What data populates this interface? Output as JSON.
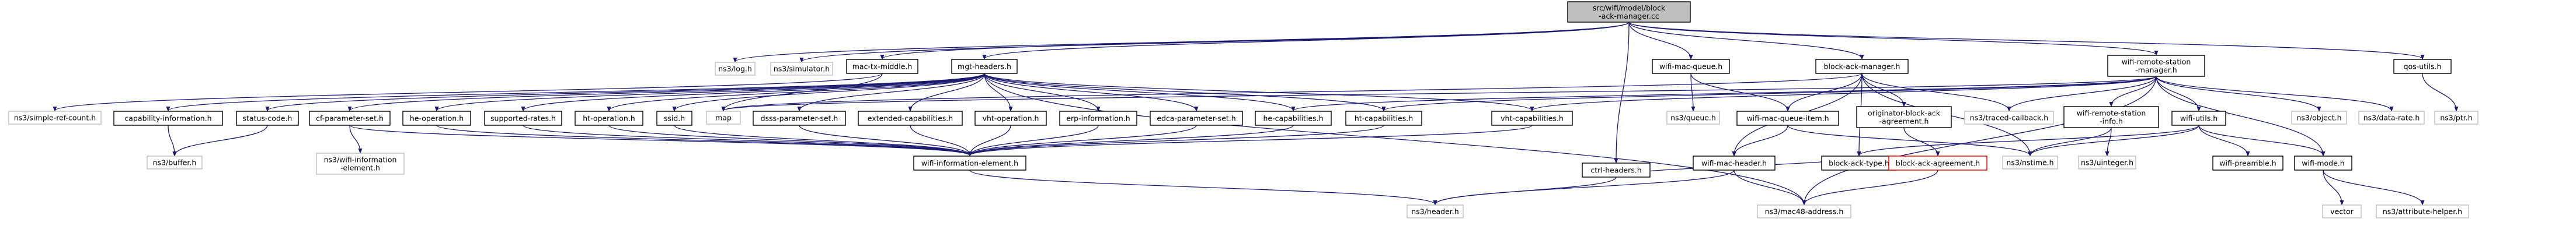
{
  "diagram": {
    "type": "include-dependency-graph",
    "nodes": [
      {
        "id": "root",
        "lines": [
          "src/wifi/model/block",
          "-ack-manager.cc"
        ],
        "style": "root"
      },
      {
        "id": "log",
        "lines": [
          "ns3/log.h"
        ],
        "style": "gray"
      },
      {
        "id": "simulator",
        "lines": [
          "ns3/simulator.h"
        ],
        "style": "gray"
      },
      {
        "id": "mac_tx_middle",
        "lines": [
          "mac-tx-middle.h"
        ],
        "style": "normal"
      },
      {
        "id": "mgt_headers",
        "lines": [
          "mgt-headers.h"
        ],
        "style": "normal"
      },
      {
        "id": "ctrl_headers",
        "lines": [
          "ctrl-headers.h"
        ],
        "style": "normal"
      },
      {
        "id": "wifi_mac_queue",
        "lines": [
          "wifi-mac-queue.h"
        ],
        "style": "normal"
      },
      {
        "id": "block_ack_manager",
        "lines": [
          "block-ack-manager.h"
        ],
        "style": "normal"
      },
      {
        "id": "wifi_remote_station_manager",
        "lines": [
          "wifi-remote-station",
          "-manager.h"
        ],
        "style": "normal"
      },
      {
        "id": "qos_utils",
        "lines": [
          "qos-utils.h"
        ],
        "style": "normal"
      },
      {
        "id": "simple_ref_count",
        "lines": [
          "ns3/simple-ref-count.h"
        ],
        "style": "gray"
      },
      {
        "id": "capability_information",
        "lines": [
          "capability-information.h"
        ],
        "style": "normal"
      },
      {
        "id": "status_code",
        "lines": [
          "status-code.h"
        ],
        "style": "normal"
      },
      {
        "id": "cf_parameter_set",
        "lines": [
          "cf-parameter-set.h"
        ],
        "style": "normal"
      },
      {
        "id": "he_operation",
        "lines": [
          "he-operation.h"
        ],
        "style": "normal"
      },
      {
        "id": "supported_rates",
        "lines": [
          "supported-rates.h"
        ],
        "style": "normal"
      },
      {
        "id": "ht_operation",
        "lines": [
          "ht-operation.h"
        ],
        "style": "normal"
      },
      {
        "id": "ssid",
        "lines": [
          "ssid.h"
        ],
        "style": "normal"
      },
      {
        "id": "map",
        "lines": [
          "map"
        ],
        "style": "gray"
      },
      {
        "id": "dsss_parameter_set",
        "lines": [
          "dsss-parameter-set.h"
        ],
        "style": "normal"
      },
      {
        "id": "extended_capabilities",
        "lines": [
          "extended-capabilities.h"
        ],
        "style": "normal"
      },
      {
        "id": "vht_operation",
        "lines": [
          "vht-operation.h"
        ],
        "style": "normal"
      },
      {
        "id": "erp_information",
        "lines": [
          "erp-information.h"
        ],
        "style": "normal"
      },
      {
        "id": "edca_parameter_set",
        "lines": [
          "edca-parameter-set.h"
        ],
        "style": "normal"
      },
      {
        "id": "he_capabilities",
        "lines": [
          "he-capabilities.h"
        ],
        "style": "normal"
      },
      {
        "id": "ht_capabilities",
        "lines": [
          "ht-capabilities.h"
        ],
        "style": "normal"
      },
      {
        "id": "vht_capabilities",
        "lines": [
          "vht-capabilities.h"
        ],
        "style": "normal"
      },
      {
        "id": "queue",
        "lines": [
          "ns3/queue.h"
        ],
        "style": "gray"
      },
      {
        "id": "wifi_mac_queue_item",
        "lines": [
          "wifi-mac-queue-item.h"
        ],
        "style": "normal"
      },
      {
        "id": "originator_block_ack_agreement",
        "lines": [
          "originator-block-ack",
          "-agreement.h"
        ],
        "style": "normal"
      },
      {
        "id": "traced_callback",
        "lines": [
          "ns3/traced-callback.h"
        ],
        "style": "gray"
      },
      {
        "id": "wifi_remote_station_info",
        "lines": [
          "wifi-remote-station",
          "-info.h"
        ],
        "style": "normal"
      },
      {
        "id": "wifi_utils",
        "lines": [
          "wifi-utils.h"
        ],
        "style": "normal"
      },
      {
        "id": "object",
        "lines": [
          "ns3/object.h"
        ],
        "style": "gray"
      },
      {
        "id": "data_rate",
        "lines": [
          "ns3/data-rate.h"
        ],
        "style": "gray"
      },
      {
        "id": "ptr",
        "lines": [
          "ns3/ptr.h"
        ],
        "style": "gray"
      },
      {
        "id": "buffer",
        "lines": [
          "ns3/buffer.h"
        ],
        "style": "gray"
      },
      {
        "id": "wifi_information_element_ns3",
        "lines": [
          "ns3/wifi-information",
          "-element.h"
        ],
        "style": "gray"
      },
      {
        "id": "wifi_information_element",
        "lines": [
          "wifi-information-element.h"
        ],
        "style": "normal"
      },
      {
        "id": "wifi_mac_header",
        "lines": [
          "wifi-mac-header.h"
        ],
        "style": "normal"
      },
      {
        "id": "block_ack_type",
        "lines": [
          "block-ack-type.h"
        ],
        "style": "normal"
      },
      {
        "id": "block_ack_agreement",
        "lines": [
          "block-ack-agreement.h"
        ],
        "style": "red"
      },
      {
        "id": "nstime",
        "lines": [
          "ns3/nstime.h"
        ],
        "style": "gray"
      },
      {
        "id": "uinteger",
        "lines": [
          "ns3/uinteger.h"
        ],
        "style": "gray"
      },
      {
        "id": "wifi_preamble",
        "lines": [
          "wifi-preamble.h"
        ],
        "style": "normal"
      },
      {
        "id": "wifi_mode",
        "lines": [
          "wifi-mode.h"
        ],
        "style": "normal"
      },
      {
        "id": "header",
        "lines": [
          "ns3/header.h"
        ],
        "style": "gray"
      },
      {
        "id": "mac48_address",
        "lines": [
          "ns3/mac48-address.h"
        ],
        "style": "gray"
      },
      {
        "id": "vector",
        "lines": [
          "vector"
        ],
        "style": "gray"
      },
      {
        "id": "attribute_helper",
        "lines": [
          "ns3/attribute-helper.h"
        ],
        "style": "gray"
      }
    ],
    "edges": [
      [
        "root",
        "log"
      ],
      [
        "root",
        "simulator"
      ],
      [
        "root",
        "mac_tx_middle"
      ],
      [
        "root",
        "mgt_headers"
      ],
      [
        "root",
        "ctrl_headers"
      ],
      [
        "root",
        "wifi_mac_queue"
      ],
      [
        "root",
        "block_ack_manager"
      ],
      [
        "root",
        "wifi_remote_station_manager"
      ],
      [
        "root",
        "qos_utils"
      ],
      [
        "mac_tx_middle",
        "map"
      ],
      [
        "mac_tx_middle",
        "simple_ref_count"
      ],
      [
        "mgt_headers",
        "capability_information"
      ],
      [
        "mgt_headers",
        "status_code"
      ],
      [
        "mgt_headers",
        "cf_parameter_set"
      ],
      [
        "mgt_headers",
        "he_operation"
      ],
      [
        "mgt_headers",
        "supported_rates"
      ],
      [
        "mgt_headers",
        "ht_operation"
      ],
      [
        "mgt_headers",
        "ssid"
      ],
      [
        "mgt_headers",
        "dsss_parameter_set"
      ],
      [
        "mgt_headers",
        "extended_capabilities"
      ],
      [
        "mgt_headers",
        "vht_operation"
      ],
      [
        "mgt_headers",
        "erp_information"
      ],
      [
        "mgt_headers",
        "edca_parameter_set"
      ],
      [
        "mgt_headers",
        "he_capabilities"
      ],
      [
        "mgt_headers",
        "ht_capabilities"
      ],
      [
        "mgt_headers",
        "vht_capabilities"
      ],
      [
        "mgt_headers",
        "mac48_address"
      ],
      [
        "capability_information",
        "buffer"
      ],
      [
        "status_code",
        "buffer"
      ],
      [
        "cf_parameter_set",
        "wifi_information_element_ns3"
      ],
      [
        "cf_parameter_set",
        "wifi_information_element"
      ],
      [
        "he_operation",
        "wifi_information_element"
      ],
      [
        "supported_rates",
        "wifi_information_element"
      ],
      [
        "ht_operation",
        "wifi_information_element"
      ],
      [
        "ssid",
        "wifi_information_element"
      ],
      [
        "dsss_parameter_set",
        "wifi_information_element"
      ],
      [
        "extended_capabilities",
        "wifi_information_element"
      ],
      [
        "vht_operation",
        "wifi_information_element"
      ],
      [
        "erp_information",
        "wifi_information_element"
      ],
      [
        "edca_parameter_set",
        "wifi_information_element"
      ],
      [
        "he_capabilities",
        "wifi_information_element"
      ],
      [
        "ht_capabilities",
        "wifi_information_element"
      ],
      [
        "vht_capabilities",
        "wifi_information_element"
      ],
      [
        "wifi_information_element",
        "header"
      ],
      [
        "ctrl_headers",
        "header"
      ],
      [
        "ctrl_headers",
        "block_ack_type"
      ],
      [
        "wifi_mac_queue",
        "queue"
      ],
      [
        "wifi_mac_queue",
        "wifi_mac_queue_item"
      ],
      [
        "block_ack_manager",
        "map"
      ],
      [
        "block_ack_manager",
        "wifi_mac_queue_item"
      ],
      [
        "block_ack_manager",
        "originator_block_ack_agreement"
      ],
      [
        "block_ack_manager",
        "traced_callback"
      ],
      [
        "block_ack_manager",
        "wifi_mac_header"
      ],
      [
        "block_ack_manager",
        "block_ack_type"
      ],
      [
        "block_ack_manager",
        "nstime"
      ],
      [
        "wifi_mac_queue_item",
        "wifi_mac_header"
      ],
      [
        "wifi_mac_queue_item",
        "nstime"
      ],
      [
        "originator_block_ack_agreement",
        "block_ack_agreement"
      ],
      [
        "block_ack_agreement",
        "mac48_address"
      ],
      [
        "block_ack_agreement",
        "block_ack_type"
      ],
      [
        "wifi_mac_header",
        "header"
      ],
      [
        "wifi_mac_header",
        "mac48_address"
      ],
      [
        "wifi_remote_station_manager",
        "he_capabilities"
      ],
      [
        "wifi_remote_station_manager",
        "ht_capabilities"
      ],
      [
        "wifi_remote_station_manager",
        "vht_capabilities"
      ],
      [
        "wifi_remote_station_manager",
        "traced_callback"
      ],
      [
        "wifi_remote_station_manager",
        "wifi_remote_station_info"
      ],
      [
        "wifi_remote_station_manager",
        "wifi_utils"
      ],
      [
        "wifi_remote_station_manager",
        "object"
      ],
      [
        "wifi_remote_station_manager",
        "data_rate"
      ],
      [
        "wifi_remote_station_manager",
        "wifi_mode"
      ],
      [
        "wifi_remote_station_manager",
        "mac48_address"
      ],
      [
        "wifi_remote_station_manager",
        "map"
      ],
      [
        "wifi_remote_station_info",
        "nstime"
      ],
      [
        "wifi_remote_station_info",
        "uinteger"
      ],
      [
        "wifi_utils",
        "block_ack_type"
      ],
      [
        "wifi_utils",
        "wifi_preamble"
      ],
      [
        "wifi_utils",
        "wifi_mode"
      ],
      [
        "wifi_utils",
        "nstime"
      ],
      [
        "wifi_mode",
        "vector"
      ],
      [
        "wifi_mode",
        "attribute_helper"
      ],
      [
        "qos_utils",
        "ptr"
      ]
    ]
  },
  "colors": {
    "edge": "#191970",
    "root_fill": "#bfbfbf",
    "box_border": "#000000",
    "external_border": "#bfbfbf",
    "highlight_border": "#e00000"
  }
}
